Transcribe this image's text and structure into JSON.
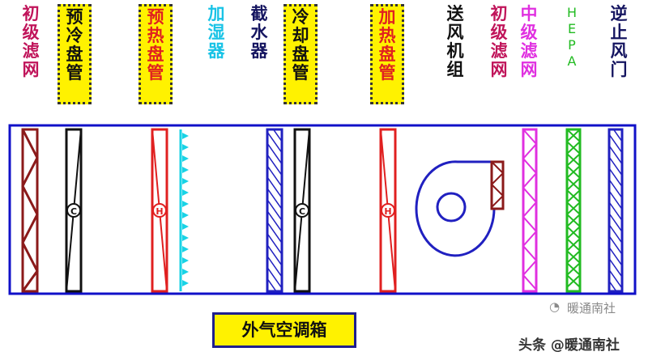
{
  "labels": {
    "primary_filter_1": "初级\n滤网",
    "precool_coil": "预冷\n盘管",
    "preheat_coil": "预热\n盘管",
    "humidifier": "加湿\n器",
    "eliminator": "截水\n器",
    "cooling_coil": "冷却\n盘管",
    "heating_coil": "加热\n盘管",
    "supply_fan": "送风\n机组",
    "primary_filter_2": "初级\n滤网",
    "medium_filter": "中级\n滤网",
    "hepa": "H\nE\nP\nA",
    "check_valve": "逆止\n风门"
  },
  "coil_letters": {
    "cool": "C",
    "heat": "H"
  },
  "title": "外气空调箱",
  "watermark": {
    "icon": "wechat-icon",
    "text1": "暖通南社",
    "text2": "头条 @暖通南社"
  },
  "colors": {
    "frame": "#1010c8",
    "primary_filter": "#8b1a1a",
    "cool_coil": "#111111",
    "heat_coil": "#e02020",
    "humidifier": "#19d3e6",
    "eliminator": "#2020c0",
    "fan_damper": "#8b1a1a",
    "medium_filter": "#e030e0",
    "hepa": "#22bb22",
    "valve": "#2020c0",
    "highlight_box": "#fff200"
  }
}
